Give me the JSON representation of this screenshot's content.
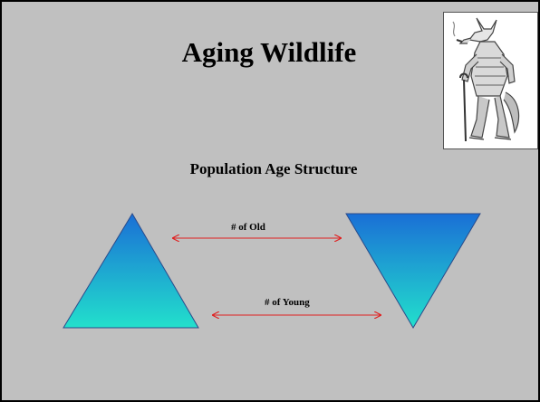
{
  "slide": {
    "title": "Aging Wildlife",
    "subtitle": "Population Age Structure"
  },
  "diagram": {
    "old_label": "# of Old",
    "young_label": "# of Young",
    "arrow_color": "#e02020",
    "triangle_gradient": [
      "#1a6fd6",
      "#22e0cc"
    ]
  },
  "picture": {
    "icon": "anthropomorphic-wolf-sketch"
  },
  "colors": {
    "background": "#c0c0c0",
    "frame": "#000000"
  }
}
